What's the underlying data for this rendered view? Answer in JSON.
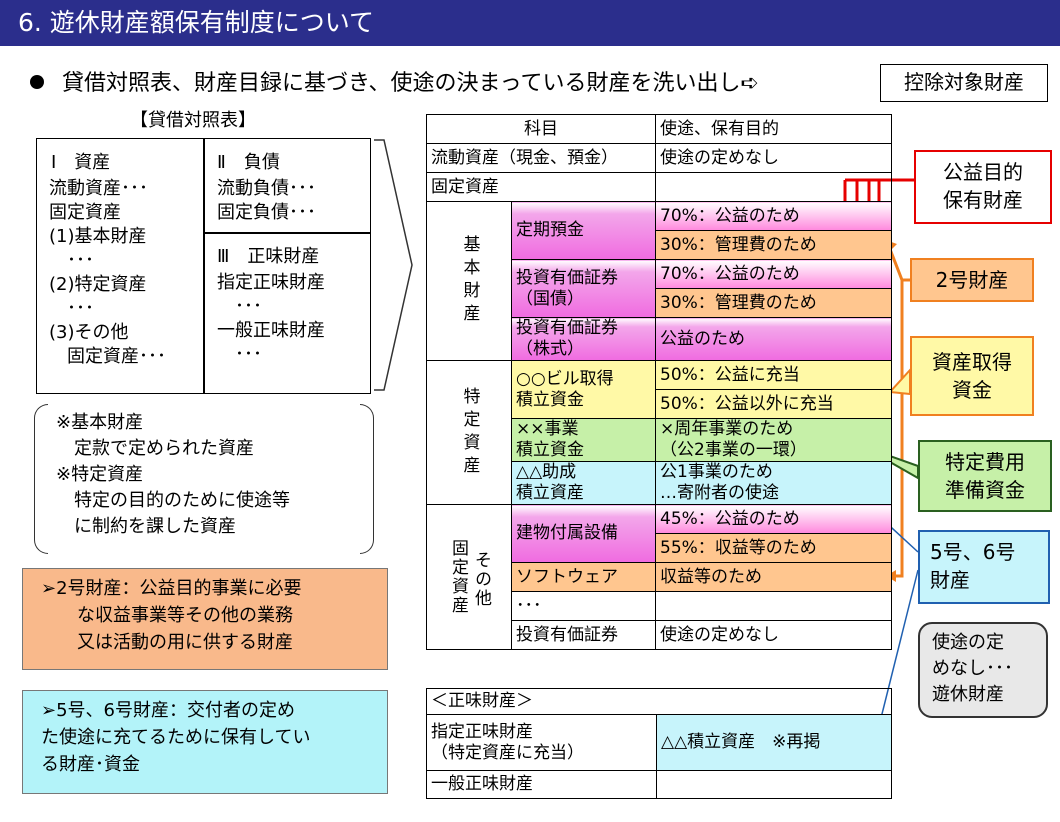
{
  "title": "6. 遊休財産額保有制度について",
  "bullet": "貸借対照表、財産目録に基づき、使途の決まっている財産を洗い出し➪",
  "deduct_label": "控除対象財産",
  "bs": {
    "title": "【貸借対照表】",
    "assets_heading": "Ⅰ　資産",
    "assets_lines": "流動資産･･･\n固定資産\n(1)基本財産\n　･･･\n(2)特定資産\n　･･･\n(3)その他\n　固定資産･･･",
    "liab_heading": "Ⅱ　負債",
    "liab_lines": "流動負債･･･\n固定負債･･･",
    "net_heading": "Ⅲ　正味財産",
    "net_lines": "指定正味財産\n　･･･\n一般正味財産\n　･･･"
  },
  "notes": "※基本財産\n　定款で定められた資産\n※特定資産\n　特定の目的のために使途等\n　に制約を課した資産",
  "scroll_orange": "➢2号財産：公益目的事業に必要\n　　な収益事業等その他の業務\n　　又は活動の用に供する財産",
  "scroll_cyan": "➢5号、6号財産：交付者の定め\nた使途に充てるために保有してい\nる財産･資金",
  "table": {
    "h_subject": "科目",
    "h_purpose": "使途、保有目的",
    "r_current": "流動資産（現金、預金）",
    "r_current_p": "使途の定めなし",
    "r_fixed": "固定資産",
    "cat_basic": "基本財産",
    "teiki": "定期預金",
    "teiki_p1": "70%：公益のため",
    "teiki_p2": "30%：管理費のため",
    "bond": "投資有価証券\n（国債）",
    "bond_p1": "70%：公益のため",
    "bond_p2": "30%：管理費のため",
    "stock": "投資有価証券\n（株式）",
    "stock_p": "公益のため",
    "cat_special": "特定資産",
    "bldg": "○○ビル取得\n積立資金",
    "bldg_p1": "50%：公益に充当",
    "bldg_p2": "50%：公益以外に充当",
    "xx": "××事業\n積立資金",
    "xx_p": "×周年事業のため\n（公2事業の一環）",
    "aa": "△△助成\n積立資産",
    "aa_p": "公1事業のため\n…寄附者の使途",
    "cat_other": "固定資産",
    "cat_other2": "その他",
    "equip": "建物付属設備",
    "equip_p1": "45%：公益のため",
    "equip_p2": "55%：収益等のため",
    "soft": "ソフトウェア",
    "soft_p": "収益等のため",
    "dots": "･･･",
    "inv": "投資有価証券",
    "inv_p": "使途の定めなし"
  },
  "seimi": {
    "heading": "＜正味財産＞",
    "designated": "指定正味財産\n（特定資産に充当）",
    "designated_p": "△△積立資産　※再掲",
    "general": "一般正味財産"
  },
  "callouts": {
    "public": "公益目的\n保有財産",
    "no2": "2号財産",
    "asset": "資産取得\n資金",
    "special": "特定費用\n準備資金",
    "no56": "5号、6号\n財産",
    "idle": "使途の定\nめなし･･･\n遊休財産"
  }
}
